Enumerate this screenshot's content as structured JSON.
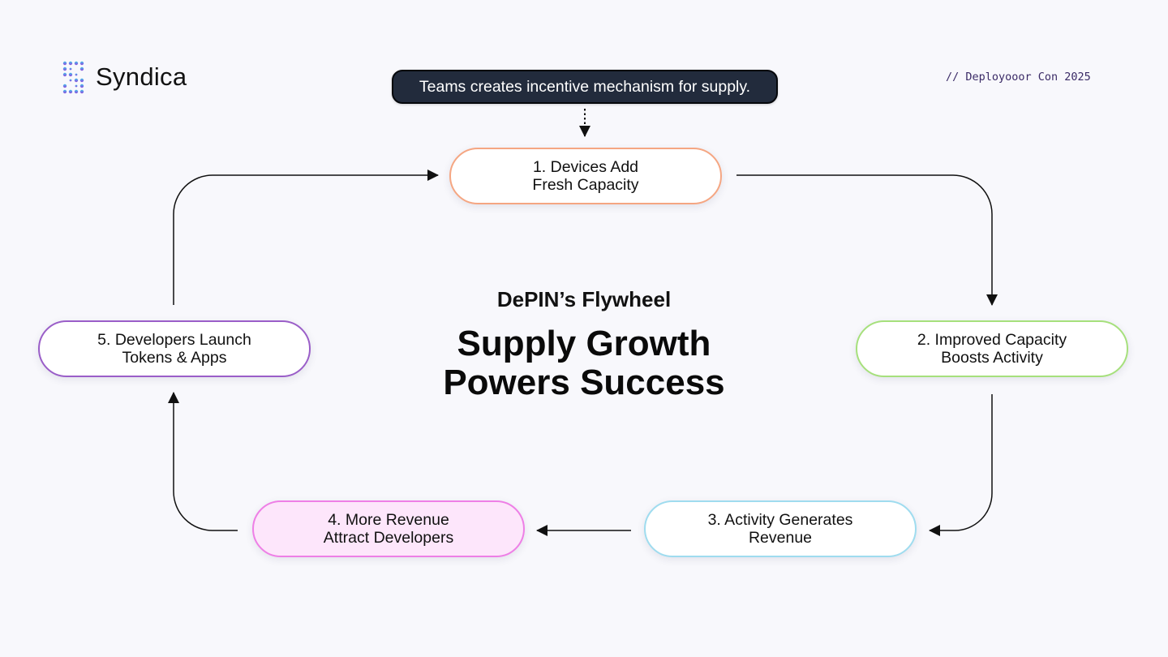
{
  "brand": {
    "name": "Syndica",
    "icon": "syndica-logo-icon"
  },
  "event_tag": "// Deployooor Con 2025",
  "callout": "Teams creates incentive mechanism for supply.",
  "heading": {
    "eyebrow": "DePIN’s Flywheel",
    "title": "Supply Growth\nPowers Success"
  },
  "nodes": [
    {
      "label": "1. Devices Add\nFresh Capacity",
      "border": "#f5a682",
      "fill": "#ffffff"
    },
    {
      "label": "2. Improved Capacity\nBoosts Activity",
      "border": "#a6e07c",
      "fill": "#ffffff"
    },
    {
      "label": "3. Activity Generates\nRevenue",
      "border": "#9fdcef",
      "fill": "#ffffff"
    },
    {
      "label": "4. More Revenue\nAttract Developers",
      "border": "#ee7fe6",
      "fill": "#fde6fb"
    },
    {
      "label": "5. Developers Launch\nTokens & Apps",
      "border": "#9a5ec8",
      "fill": "#ffffff"
    }
  ],
  "colors": {
    "background": "#f8f8fc",
    "callout_bg": "#222b3c",
    "arrow": "#111111",
    "event_tag": "#3a2a66"
  }
}
